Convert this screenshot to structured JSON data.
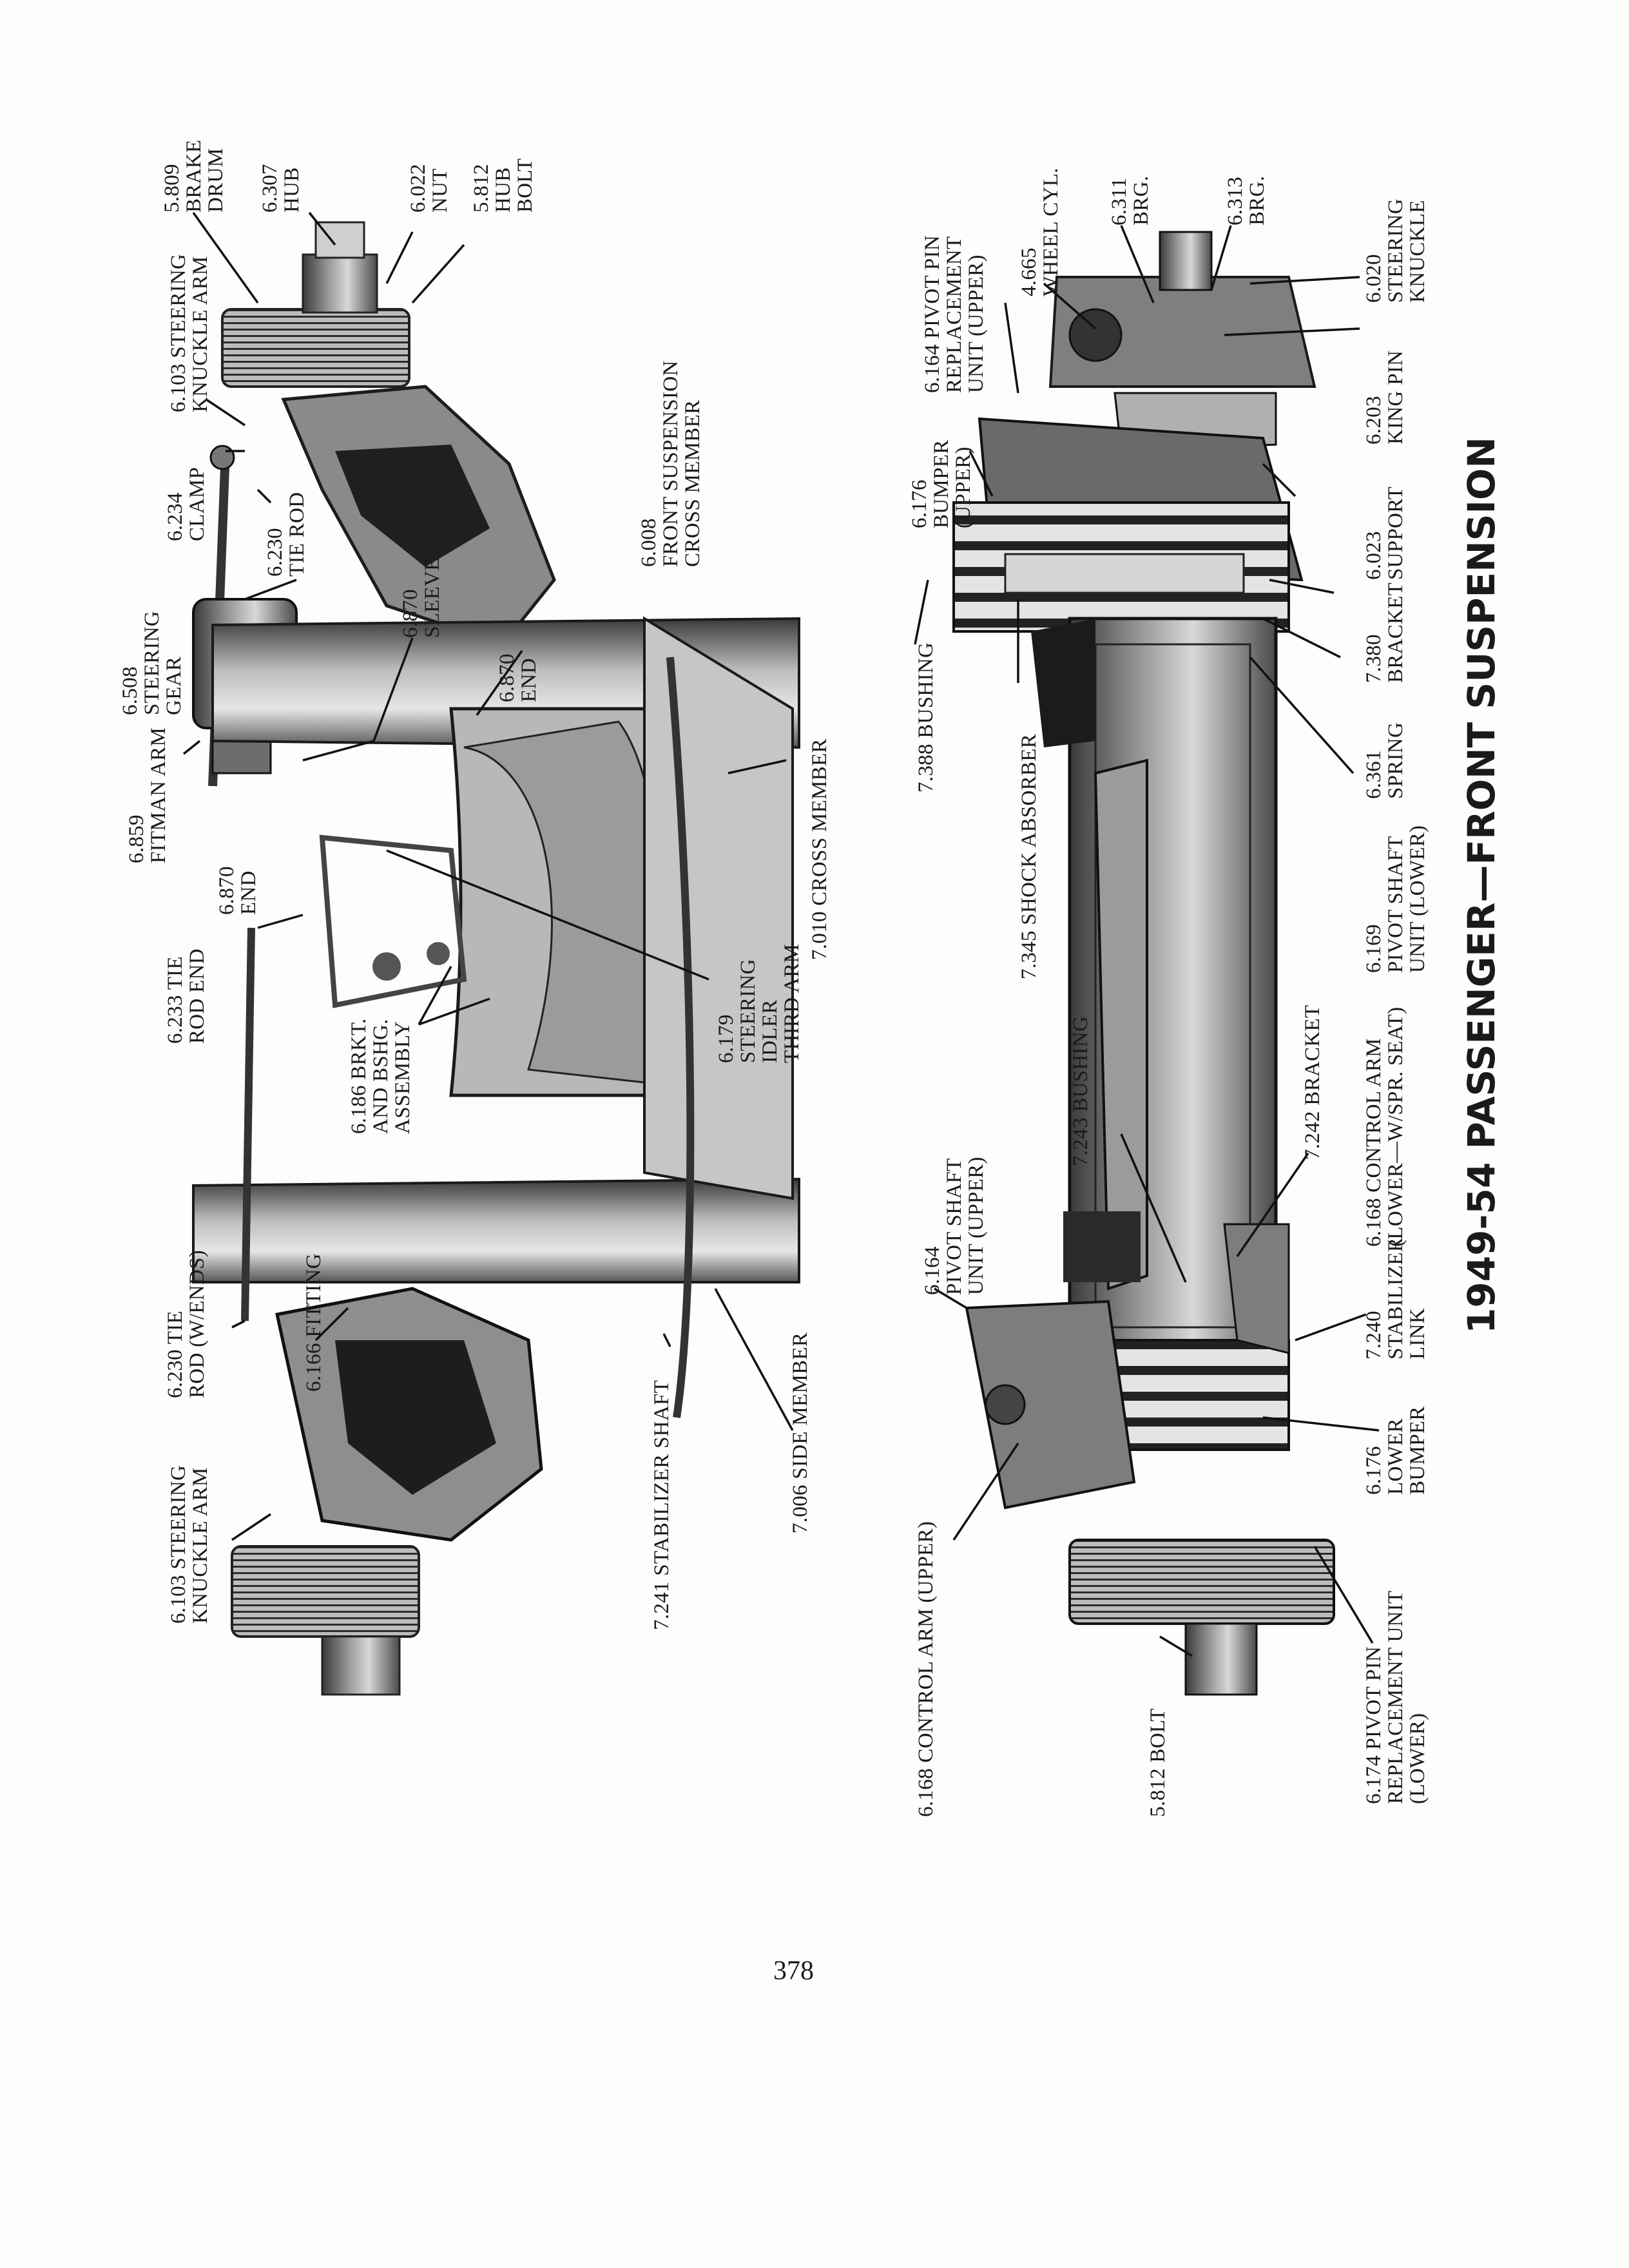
{
  "title": "1949-54 PASSENGER—FRONT SUSPENSION",
  "page_number": "378",
  "labels": [
    {
      "lines": [
        "5.809",
        "BRAKE",
        "DRUM"
      ]
    },
    {
      "lines": [
        "6.307",
        "HUB"
      ]
    },
    {
      "lines": [
        "6.022",
        "NUT"
      ]
    },
    {
      "lines": [
        "5.812",
        "HUB",
        "BOLT"
      ]
    },
    {
      "lines": [
        "6.103 STEERING",
        "KNUCKLE ARM"
      ]
    },
    {
      "lines": [
        "6.234",
        "CLAMP"
      ]
    },
    {
      "lines": [
        "6.230",
        "TIE ROD"
      ]
    },
    {
      "lines": [
        "6.008",
        "FRONT SUSPENSION",
        "CROSS MEMBER"
      ]
    },
    {
      "lines": [
        "6.508",
        "STEERING",
        "GEAR"
      ]
    },
    {
      "lines": [
        "6.870",
        "SLEEVE"
      ]
    },
    {
      "lines": [
        "6.870",
        "END"
      ]
    },
    {
      "lines": [
        "6.859",
        "FITMAN ARM"
      ]
    },
    {
      "lines": [
        "7.010 CROSS MEMBER"
      ]
    },
    {
      "lines": [
        "6.870",
        "END"
      ]
    },
    {
      "lines": [
        "6.233 TIE",
        "ROD END"
      ]
    },
    {
      "lines": [
        "6.179",
        "STEERING",
        "IDLER",
        "THIRD ARM"
      ]
    },
    {
      "lines": [
        "6.186 BRKT.",
        "AND BSHG.",
        "ASSEMBLY"
      ]
    },
    {
      "lines": [
        "6.230 TIE",
        "ROD (W/ENDS)"
      ]
    },
    {
      "lines": [
        "6.166 FITTING"
      ]
    },
    {
      "lines": [
        "6.103 STEERING",
        "KNUCKLE ARM"
      ]
    },
    {
      "lines": [
        "7.241 STABILIZER SHAFT"
      ]
    },
    {
      "lines": [
        "7.006 SIDE MEMBER"
      ]
    },
    {
      "lines": [
        "6.164 PIVOT PIN",
        "REPLACEMENT",
        "UNIT (UPPER)"
      ]
    },
    {
      "lines": [
        "4.665",
        "WHEEL CYL."
      ]
    },
    {
      "lines": [
        "6.311",
        "BRG."
      ]
    },
    {
      "lines": [
        "6.313",
        "BRG."
      ]
    },
    {
      "lines": [
        "6.020",
        "STEERING",
        "KNUCKLE"
      ]
    },
    {
      "lines": [
        "6.203",
        "KING PIN"
      ]
    },
    {
      "lines": [
        "6.176",
        "BUMPER",
        "(UPPER)"
      ]
    },
    {
      "lines": [
        "6.023",
        "SUPPORT"
      ]
    },
    {
      "lines": [
        "7.380",
        "BRACKET"
      ]
    },
    {
      "lines": [
        "7.388 BUSHING"
      ]
    },
    {
      "lines": [
        "6.361",
        "SPRING"
      ]
    },
    {
      "lines": [
        "7.345 SHOCK ABSORBER"
      ]
    },
    {
      "lines": [
        "6.169",
        "PIVOT SHAFT",
        "UNIT (LOWER)"
      ]
    },
    {
      "lines": [
        "6.168 CONTROL ARM",
        "(LOWER—W/SPR. SEAT)"
      ]
    },
    {
      "lines": [
        "7.243 BUSHING"
      ]
    },
    {
      "lines": [
        "7.242 BRACKET"
      ]
    },
    {
      "lines": [
        "6.164",
        "PIVOT SHAFT",
        "UNIT (UPPER)"
      ]
    },
    {
      "lines": [
        "7.240",
        "STABILIZER",
        "LINK"
      ]
    },
    {
      "lines": [
        "6.176",
        "LOWER",
        "BUMPER"
      ]
    },
    {
      "lines": [
        "6.168 CONTROL ARM (UPPER)"
      ]
    },
    {
      "lines": [
        "5.812 BOLT"
      ]
    },
    {
      "lines": [
        "6.174 PIVOT PIN",
        "REPLACEMENT UNIT",
        "(LOWER)"
      ]
    }
  ]
}
